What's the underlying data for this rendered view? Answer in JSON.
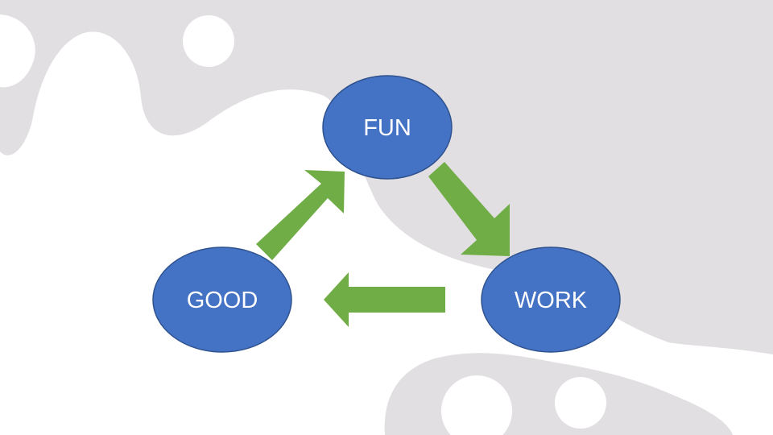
{
  "colors": {
    "background": "#ffffff",
    "blob": "#e1dfe1",
    "node_fill": "#4472c4",
    "node_stroke": "#2f528f",
    "arrow": "#70ad47",
    "label": "#ffffff"
  },
  "diagram": {
    "type": "cycle",
    "nodes": [
      {
        "id": "fun",
        "label": "FUN"
      },
      {
        "id": "work",
        "label": "WORK"
      },
      {
        "id": "good",
        "label": "GOOD"
      }
    ],
    "edges": [
      {
        "from": "fun",
        "to": "work",
        "direction": "down-right",
        "icon": "arrow-icon"
      },
      {
        "from": "work",
        "to": "good",
        "direction": "left",
        "icon": "arrow-icon"
      },
      {
        "from": "good",
        "to": "fun",
        "direction": "up-right",
        "icon": "arrow-icon"
      }
    ]
  }
}
